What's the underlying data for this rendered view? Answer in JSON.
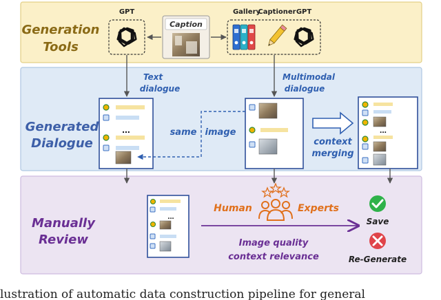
{
  "sections": {
    "generation_tools": "Generation Tools",
    "generated_dialogue": "Generated Dialogue",
    "manual_review": "Manually Review"
  },
  "tools": {
    "gpt_left": "GPT",
    "caption": "Caption",
    "gallery": "Gallery",
    "captioner": "Captioner",
    "gpt_right": "GPT"
  },
  "flow_labels": {
    "text_dialogue_1": "Text",
    "text_dialogue_2": "dialogue",
    "multimodal_1": "Multimodal",
    "multimodal_2": "dialogue",
    "same_image_1": "same",
    "same_image_2": "image",
    "context_merging_1": "context",
    "context_merging_2": "merging"
  },
  "review": {
    "human": "Human",
    "experts": "Experts",
    "criteria_1": "Image quality",
    "criteria_2": "context relevance",
    "save": "Save",
    "regenerate": "Re-Generate"
  },
  "caption_line": "lustration of automatic data construction pipeline for general",
  "colors": {
    "tools_band": "#fbf0c8",
    "dialogue_band": "#dfeaf6",
    "review_band": "#ece4f2",
    "title_text": "#3d5fa8",
    "tools_title": "#8a6a16",
    "review_title": "#6a2f94",
    "orange_text": "#e0701c",
    "purple_text": "#6a2f94",
    "save_green": "#2fb24a",
    "regen_red": "#e0444a"
  }
}
